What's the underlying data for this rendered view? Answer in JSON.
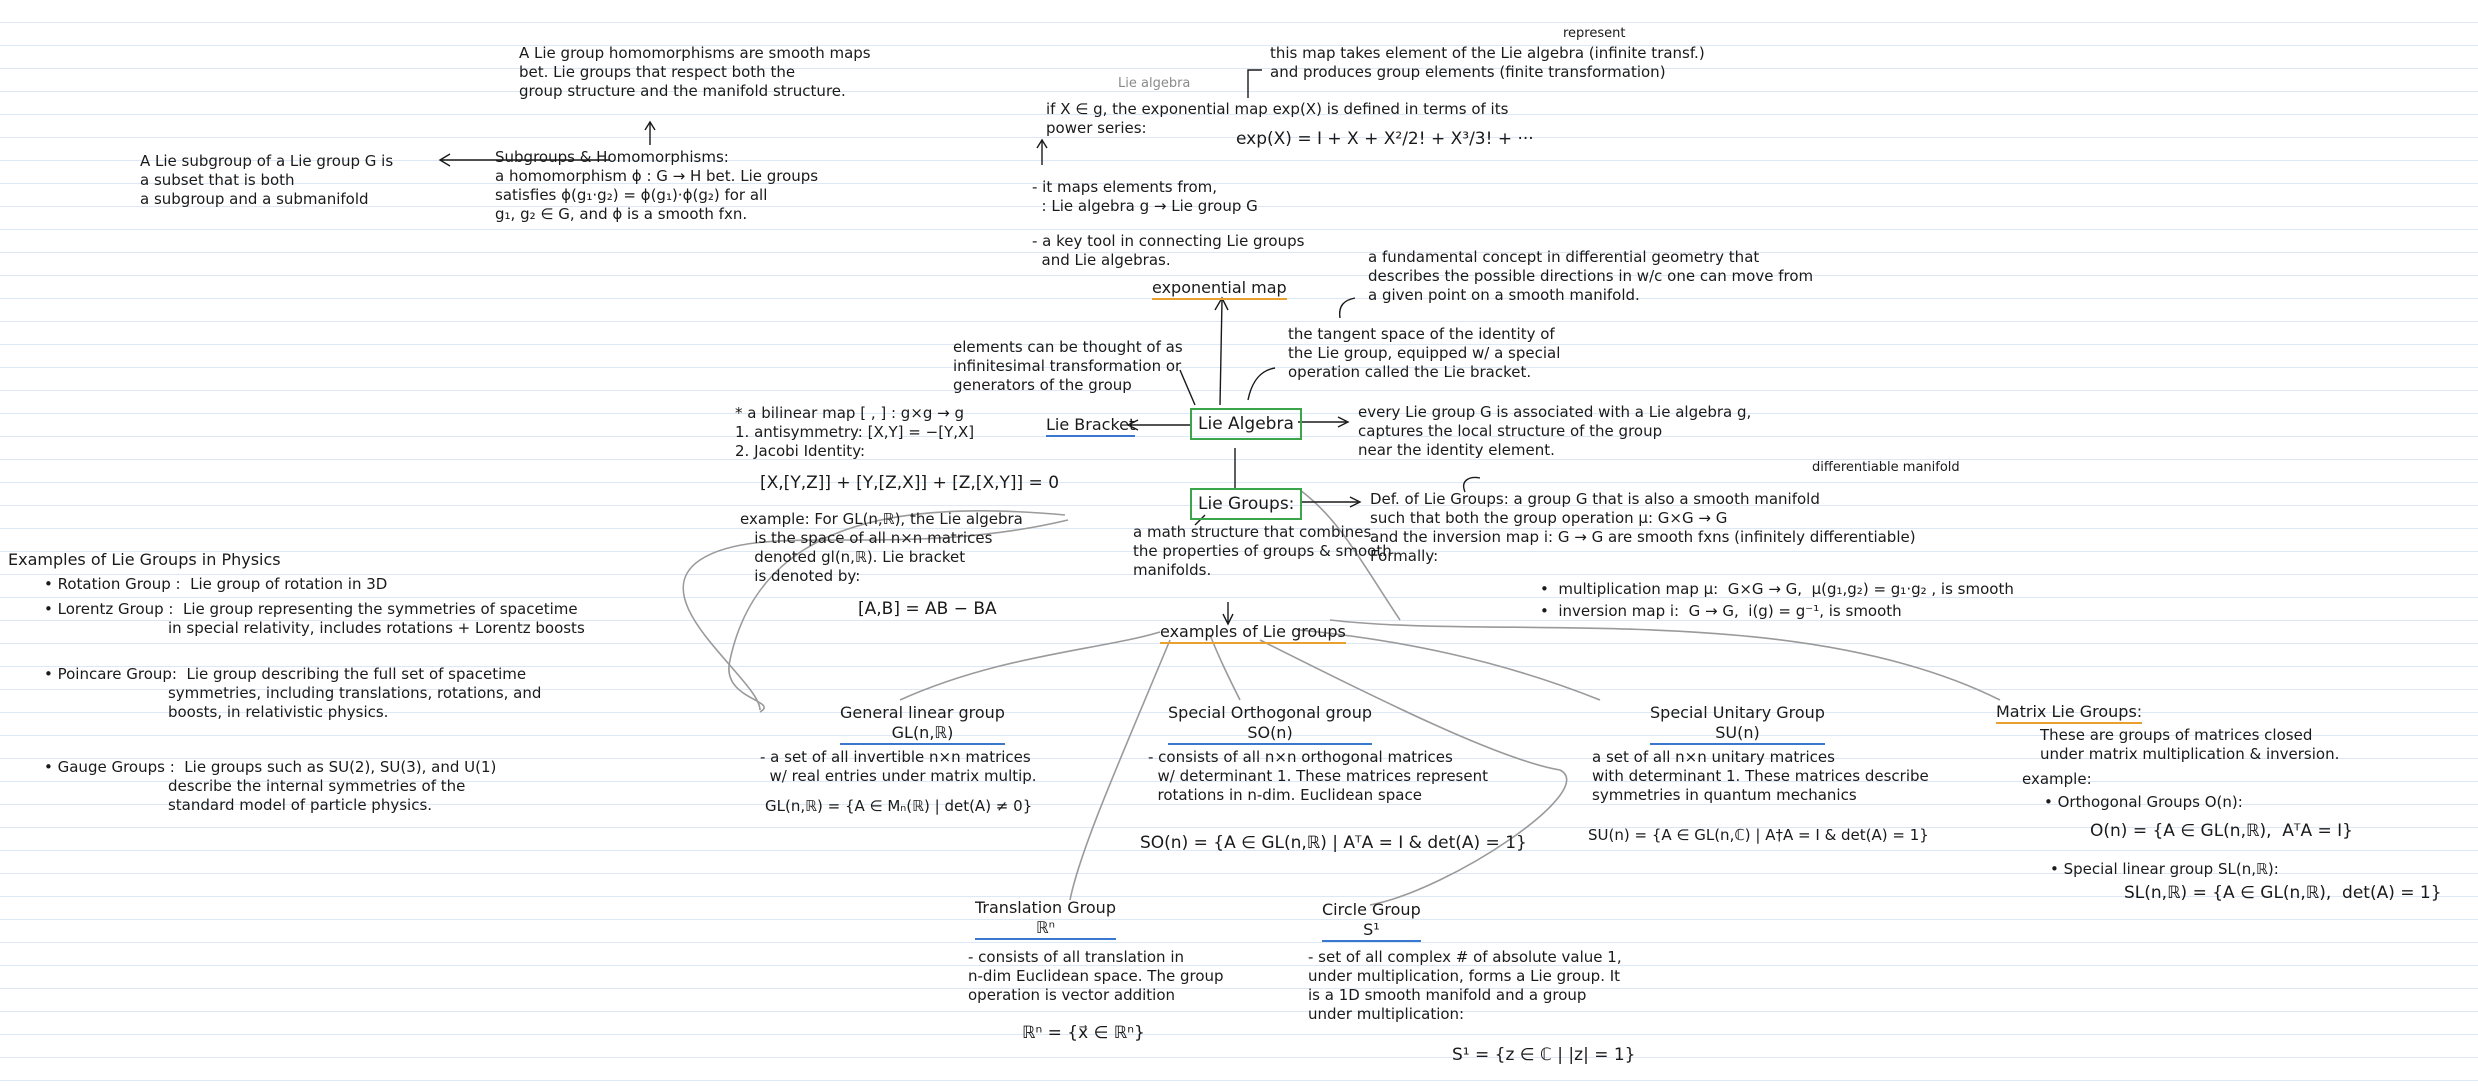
{
  "lie_homomorphisms_note": "A Lie group homomorphisms are smooth maps\nbet. Lie groups that respect both the\ngroup structure and the manifold structure.",
  "subgroup_definition": "A Lie subgroup of a Lie group G is\na subset that is both\na subgroup and a submanifold",
  "subgroups_homomorphisms": "Subgroups & Homomorphisms:\na homomorphism ϕ : G → H bet. Lie groups\nsatisfies ϕ(g₁·g₂) = ϕ(g₁)·ϕ(g₂) for all\ng₁, g₂ ∈ G, and ϕ is a smooth fxn.",
  "exp_map_takes": "this map takes element of the Lie algebra (infinite transf.)\nand produces group elements (finite transformation)",
  "exp_map_represent_label": "represent",
  "exp_lie_algebra_tag": "Lie algebra",
  "exp_map_definition": "if X ∈ g, the exponential map exp(X) is defined in terms of its\npower series:",
  "exp_series_formula": "exp(X) = I + X + X²/2! + X³/3! + ···",
  "exp_maps_elements": "- it maps elements from,\n  : Lie algebra g → Lie group G",
  "exp_key_tool": "- a key tool in connecting Lie groups\n  and Lie algebras.",
  "exponential_map_title": "exponential map",
  "tangent_concept": "a fundamental concept in differential geometry that\ndescribes the possible directions in w/c one can move from\na given point on a smooth manifold.",
  "tangent_space_description": "the tangent space of the identity of\nthe Lie group, equipped w/ a special\noperation called the Lie bracket.",
  "elements_infinitesimal": "elements can be thought of as\ninfinitesimal transformation or\ngenerators of the group",
  "lie_bracket_definition": "* a bilinear map [ , ] : g×g → g\n1. antisymmetry: [X,Y] = −[Y,X]\n2. Jacobi Identity:",
  "jacobi_formula": "[X,[Y,Z]] + [Y,[Z,X]] + [Z,[X,Y]] = 0",
  "lie_bracket_title": "Lie Bracket",
  "lie_algebra_title": "Lie Algebra",
  "every_lie_group": "every Lie group G is associated with a Lie algebra g,\ncaptures the local structure of the group\nnear the identity element.",
  "gl_example": "example: For GL(n,ℝ), the Lie algebra\n   is the space of all n×n matrices\n   denoted gl(n,ℝ). Lie bracket\n   is denoted by:",
  "gl_bracket_formula": "[A,B] = AB − BA",
  "lie_groups_title": "Lie Groups:",
  "math_structure": "a math structure that combines\nthe properties of groups & smooth\nmanifolds.",
  "differentiable_manifold_label": "differentiable manifold",
  "def_lie_groups": "Def. of Lie Groups: a group G that is also a smooth manifold\nsuch that both the group operation μ: G×G → G\nand the inversion map i: G → G are smooth fxns (infinitely differentiable)\nFormally:",
  "formally_multiplication": "•  multiplication map μ:  G×G → G,  μ(g₁,g₂) = g₁·g₂ , is smooth",
  "formally_inversion": "•  inversion map i:  G → G,  i(g) = g⁻¹, is smooth",
  "examples_title": "examples of Lie groups",
  "physics_title": "Examples of Lie Groups in Physics",
  "physics_rotation": "• Rotation Group :  Lie group of rotation in 3D",
  "physics_lorentz": "• Lorentz Group :  Lie group representing the symmetries of spacetime\n                          in special relativity, includes rotations + Lorentz boosts",
  "physics_poincare": "• Poincare Group:  Lie group describing the full set of spacetime\n                          symmetries, including translations, rotations, and\n                          boosts, in relativistic physics.",
  "physics_gauge": "• Gauge Groups :  Lie groups such as SU(2), SU(3), and U(1)\n                          describe the internal symmetries of the\n                          standard model of particle physics.",
  "general_linear_title": "General linear group\nGL(n,ℝ)",
  "general_linear_desc": "- a set of all invertible n×n matrices\n  w/ real entries under matrix multip.",
  "general_linear_formula": "GL(n,ℝ) = {A ∈ Mₙ(ℝ) | det(A) ≠ 0}",
  "special_orthogonal_title": "Special Orthogonal group\nSO(n)",
  "special_orthogonal_desc": "- consists of all n×n orthogonal matrices\n  w/ determinant 1. These matrices represent\n  rotations in n-dim. Euclidean space",
  "special_orthogonal_formula": "SO(n) = {A ∈ GL(n,ℝ) | AᵀA = I & det(A) = 1}",
  "special_unitary_title": "Special Unitary Group\nSU(n)",
  "special_unitary_desc": "a set of all n×n unitary matrices\nwith determinant 1. These matrices describe\nsymmetries in quantum mechanics",
  "special_unitary_formula": "SU(n) = {A ∈ GL(n,ℂ) | A†A = I & det(A) = 1}",
  "matrix_lie_title": "Matrix Lie Groups:",
  "matrix_lie_desc": "These are groups of matrices closed\nunder matrix multiplication & inversion.",
  "matrix_example_label": "example:",
  "orthogonal_groups_label": "• Orthogonal Groups O(n):",
  "orthogonal_formula": "O(n) = {A ∈ GL(n,ℝ),  AᵀA = I}",
  "special_linear_label": "• Special linear group SL(n,ℝ):",
  "special_linear_formula": "SL(n,ℝ) = {A ∈ GL(n,ℝ),  det(A) = 1}",
  "translation_title": "Translation Group\nℝⁿ",
  "translation_desc": "- consists of all translation in\nn-dim Euclidean space. The group\noperation is vector addition",
  "translation_formula": "ℝⁿ = {x⃗ ∈ ℝⁿ}",
  "circle_title": "Circle Group\nS¹",
  "circle_desc": "- set of all complex # of absolute value 1,\nunder multiplication, forms a Lie group. It\nis a 1D smooth manifold and a group\nunder multiplication:",
  "circle_formula": "S¹ = {z ∈ ℂ | |z| = 1}",
  "colors": {
    "ink": "#1a1a1a",
    "blue_underline": "#3a78d0",
    "orange_highlight": "#e8a030",
    "green_box": "#3aa54a",
    "link_gray": "#9a9a9a",
    "ruled_line": "#dce8f5"
  }
}
